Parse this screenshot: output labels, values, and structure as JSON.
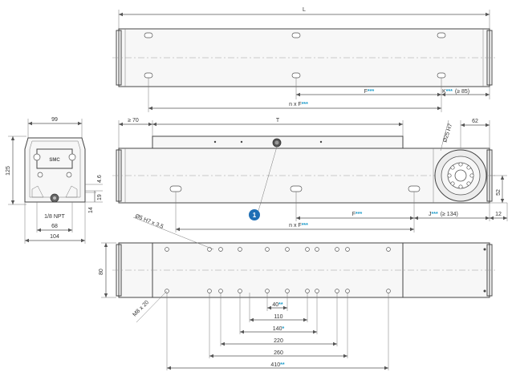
{
  "accent_color": "#1a9ac9",
  "callout_color": "#1f6fb5",
  "top_view": {
    "overall_length": "L",
    "pitch_label": "F",
    "pitch_marker": "***",
    "end_label": "K",
    "end_marker": "***",
    "end_note": "(≥ 85)",
    "span_label": "n x F",
    "span_marker": "***"
  },
  "side_view": {
    "min_label": "≥ 70",
    "travel_label": "T",
    "bore_label": "Ø25 H7",
    "dim_62": "62",
    "dim_52": "52",
    "dim_12": "12",
    "pitch_label": "F",
    "pitch_marker": "***",
    "end_label": "J",
    "end_marker": "***",
    "end_note": "(≥ 134)",
    "span_label": "n x F",
    "span_marker": "***",
    "callout_number": "1"
  },
  "end_view": {
    "width_top": "99",
    "height": "125",
    "dim_4_6": "4.6",
    "dim_19": "19",
    "dim_14": "14",
    "port_label": "1/8 NPT",
    "dim_68": "68",
    "width_bottom": "104"
  },
  "bottom_view": {
    "pin_label": "Ø5 H7 x 3.5",
    "dim_80": "80",
    "thread_label": "M8 x 20",
    "dim_40": "40",
    "dim_40_marker": "**",
    "dim_110": "110",
    "dim_140": "140",
    "dim_140_marker": "*",
    "dim_220": "220",
    "dim_260": "260",
    "dim_410": "410",
    "dim_410_marker": "**"
  }
}
